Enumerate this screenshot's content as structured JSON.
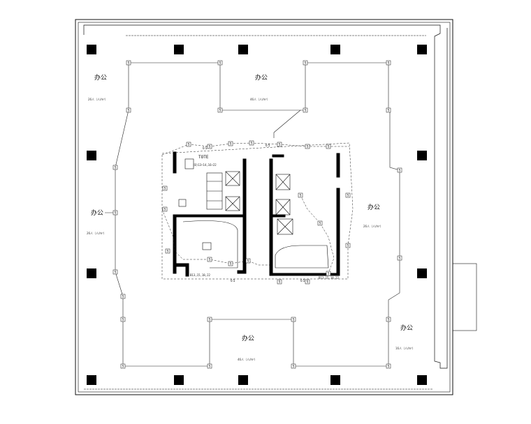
{
  "rooms": [
    {
      "label": "办公",
      "sub": "26人（人/m²）"
    },
    {
      "label": "办公",
      "sub": "46人（人/m²）"
    },
    {
      "label": "办公",
      "sub": "26人（人/m²）"
    },
    {
      "label": "办公",
      "sub": "26人（人/m²）"
    },
    {
      "label": "办公",
      "sub": "46人（人/m²）"
    },
    {
      "label": "办公",
      "sub": "16人（人/m²）"
    }
  ],
  "core_labels": {
    "stair_mark": "TOTE",
    "range_left": "(B)13~14,16~22",
    "note_left": "B13,15,18,22",
    "note_right": "B13,15,18,22"
  },
  "detector_symbol": "S",
  "pipe_label": "0.5"
}
